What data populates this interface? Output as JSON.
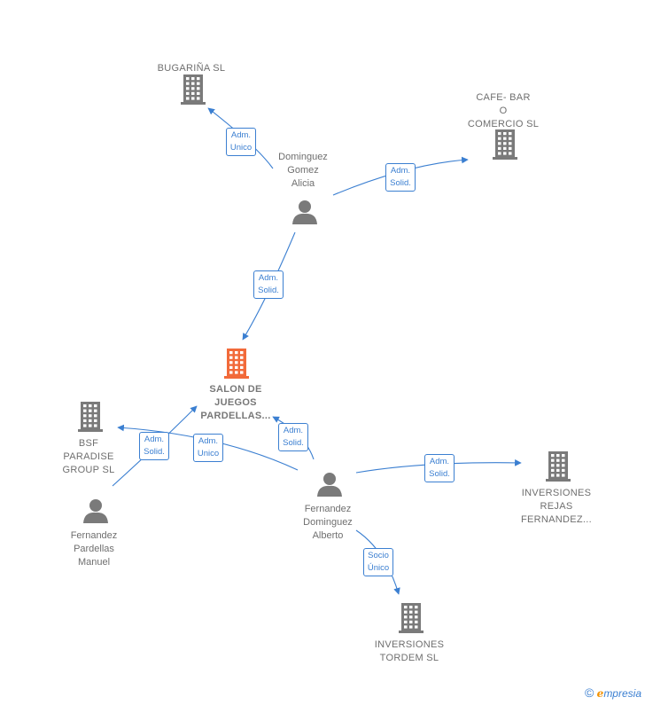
{
  "nodes": [
    {
      "id": "bugarina",
      "type": "company",
      "label": "BUGARIÑA  SL"
    },
    {
      "id": "cafe",
      "type": "company",
      "label": "CAFE- BAR\nO\nCOMERCIO SL"
    },
    {
      "id": "dga",
      "type": "person",
      "label": "Dominguez\nGomez\nAlicia"
    },
    {
      "id": "salon",
      "type": "company",
      "main": true,
      "label": "SALON DE\nJUEGOS\nPARDELLAS..."
    },
    {
      "id": "bsf",
      "type": "company",
      "label": "BSF\nPARADISE\nGROUP  SL"
    },
    {
      "id": "fpm",
      "type": "person",
      "label": "Fernandez\nPardellas\nManuel"
    },
    {
      "id": "fda",
      "type": "person",
      "label": "Fernandez\nDominguez\nAlberto"
    },
    {
      "id": "rejas",
      "type": "company",
      "label": "INVERSIONES\nREJAS\nFERNANDEZ..."
    },
    {
      "id": "tordem",
      "type": "company",
      "label": "INVERSIONES\nTORDEM  SL"
    }
  ],
  "edges": [
    {
      "from": "dga",
      "to": "bugarina",
      "label": "Adm.\nUnico"
    },
    {
      "from": "dga",
      "to": "cafe",
      "label": "Adm.\nSolid."
    },
    {
      "from": "dga",
      "to": "salon",
      "label": "Adm.\nSolid."
    },
    {
      "from": "fpm",
      "to": "salon",
      "label": "Adm.\nSolid."
    },
    {
      "from": "fda",
      "to": "bsf",
      "label": "Adm.\nUnico"
    },
    {
      "from": "fda",
      "to": "salon",
      "label": "Adm.\nSolid."
    },
    {
      "from": "fda",
      "to": "rejas",
      "label": "Adm.\nSolid."
    },
    {
      "from": "fda",
      "to": "tordem",
      "label": "Socio\nÚnico"
    }
  ],
  "colors": {
    "edge": "#3b7fd1",
    "company_icon": "#7a7a7a",
    "main_icon": "#f26a3a",
    "person_icon": "#7a7a7a"
  },
  "watermark": {
    "symbol": "©",
    "brand_initial": "e",
    "brand_rest": "mpresia"
  }
}
